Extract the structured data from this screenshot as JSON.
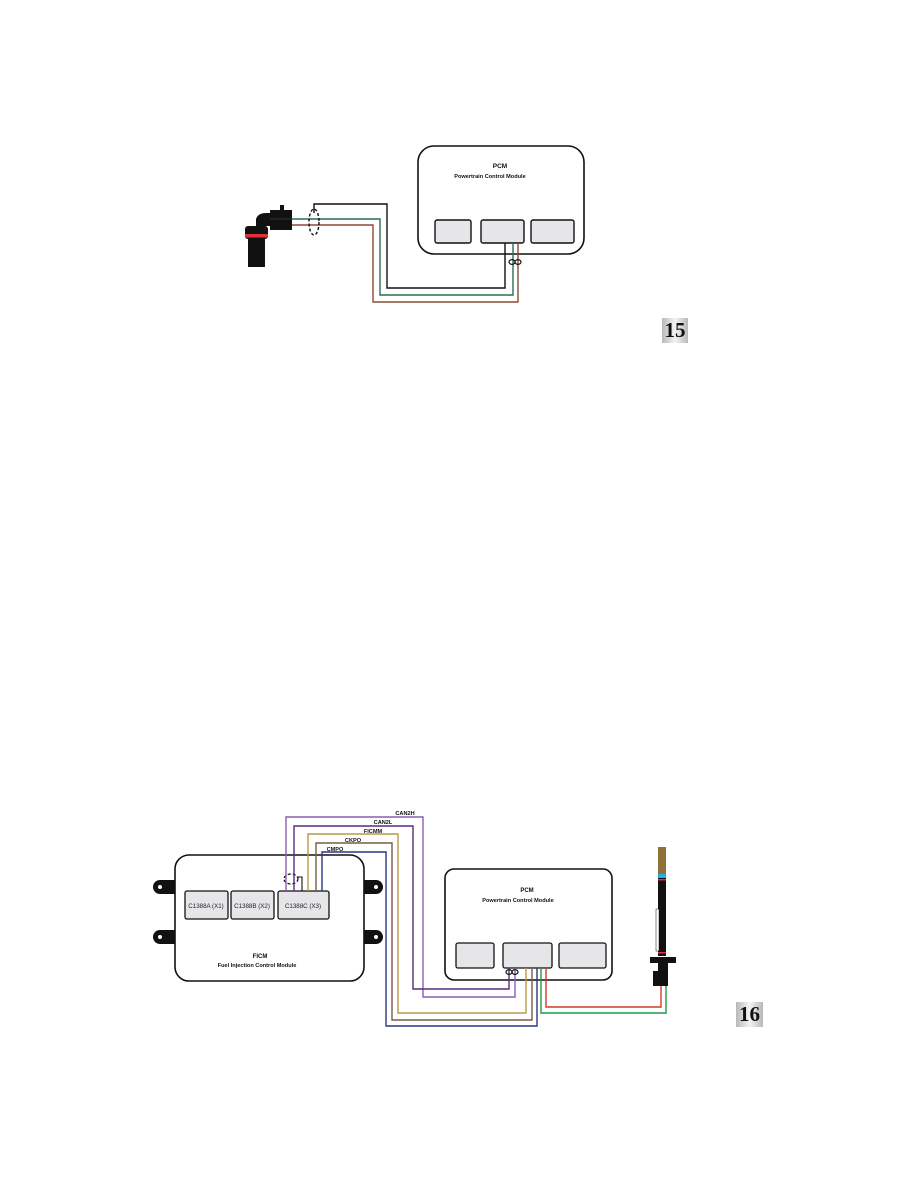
{
  "figure_15": {
    "pcm": {
      "title": "PCM",
      "subtitle": "Powertrain Control Module"
    },
    "sensor": "crankshaft-position-sensor",
    "wires": [
      {
        "name": "shield",
        "color": "#111111"
      },
      {
        "name": "signal-1",
        "color": "#2e6b4f"
      },
      {
        "name": "signal-2",
        "color": "#8b4a35"
      }
    ],
    "page_number": "15"
  },
  "figure_16": {
    "ficm": {
      "title": "FICM",
      "subtitle": "Fuel Injection Control Module",
      "connectors": [
        "C1388A (X1)",
        "C1388B (X2)",
        "C1388C (X3)"
      ]
    },
    "pcm": {
      "title": "PCM",
      "subtitle": "Powertrain Control Module"
    },
    "wire_labels": [
      "CAN2H",
      "CAN2L",
      "FICMM",
      "CKPO",
      "CMPO"
    ],
    "wires": [
      {
        "name": "CAN2H",
        "color": "#8b5fb0"
      },
      {
        "name": "CAN2L",
        "color": "#5a2a84"
      },
      {
        "name": "FICMM",
        "color": "#b89a4a"
      },
      {
        "name": "CKPO",
        "color": "#7a5a48"
      },
      {
        "name": "CMPO",
        "color": "#2a3680"
      },
      {
        "name": "sensor-red",
        "color": "#d23a2a"
      },
      {
        "name": "sensor-green",
        "color": "#1f9a4a"
      }
    ],
    "sensor": "camshaft-position-sensor",
    "page_number": "16"
  }
}
